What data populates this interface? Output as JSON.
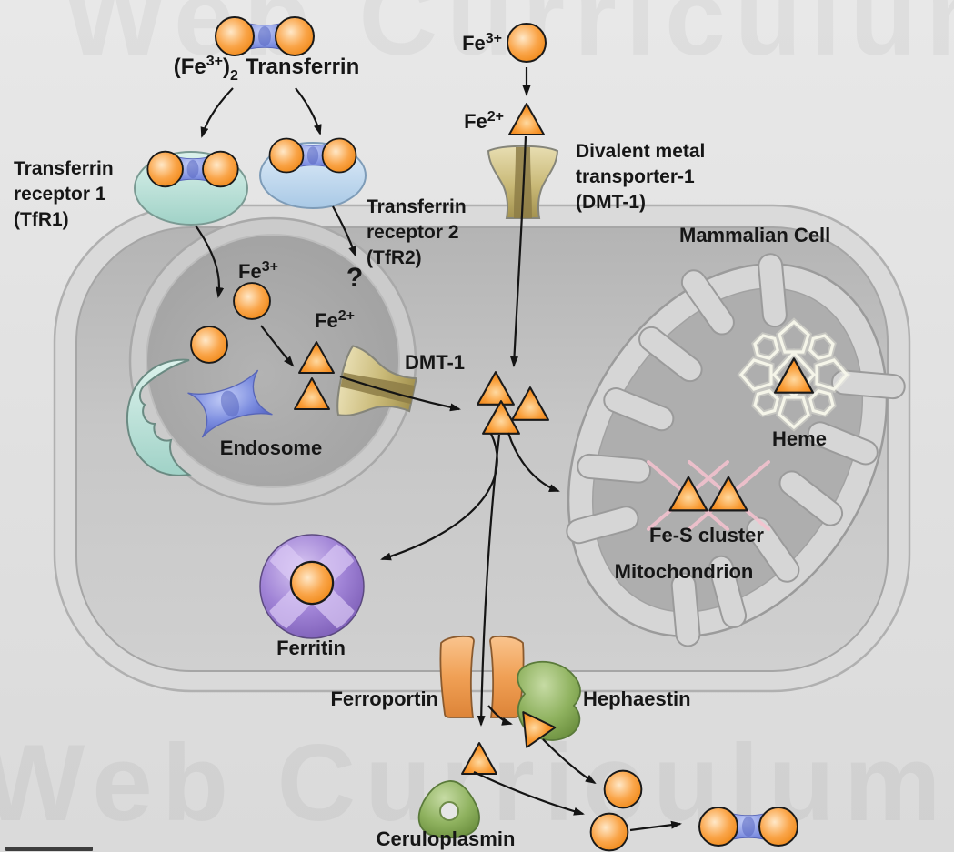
{
  "labels": {
    "tf_title": {
      "pre": "(Fe",
      "sup": "3+",
      "close": ")",
      "sub": "2",
      "rest": "Transferrin"
    },
    "tfr1": {
      "line1": "Transferrin",
      "line2": "receptor 1",
      "line3": "(TfR1)"
    },
    "tfr2": {
      "line1": "Transferrin",
      "line2": "receptor 2",
      "line3": "(TfR2)"
    },
    "question": "?",
    "fe3": {
      "base": "Fe",
      "sup": "3+"
    },
    "fe2": {
      "base": "Fe",
      "sup": "2+"
    },
    "endo_fe3": {
      "base": "Fe",
      "sup": "3+"
    },
    "endo_fe2": {
      "base": "Fe",
      "sup": "2+"
    },
    "dmt1_full": {
      "line1": "Divalent metal",
      "line2": "transporter-1",
      "line3": "(DMT-1)"
    },
    "dmt1_short": "DMT-1",
    "mammalian_cell": "Mammalian Cell",
    "endosome": "Endosome",
    "heme": "Heme",
    "fes": "Fe-S cluster",
    "mitochondrion": "Mitochondrion",
    "ferritin": "Ferritin",
    "ferroportin": "Ferroportin",
    "hephaestin": "Hephaestin",
    "ceruloplasmin": "Ceruloplasmin",
    "watermark": "Web Curriculum"
  },
  "colors": {
    "iron_orange": "#f5921e",
    "iron_orange_light": "#ffd9a8",
    "transferrin_blue": "#7d8ee0",
    "tfr1_teal": "#bfe3dd",
    "tfr2_lightblue": "#bcd6ee",
    "dmt1_tan": "#cfc184",
    "ferritin_purple": "#9b7fd4",
    "protein_green": "#93b968",
    "ferroportin_orange": "#f2a35c",
    "heme_white": "#f8f8ec",
    "fes_pink": "#f6c3d0",
    "cell_gray": "#c6c6c6",
    "endosome_gray": "#a8a8a8",
    "background_gray": "#e2e2e2",
    "arrow_black": "#141414"
  }
}
